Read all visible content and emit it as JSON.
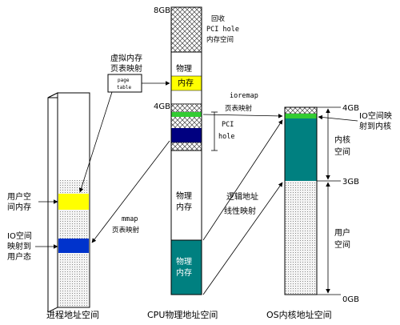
{
  "colors": {
    "yellow": "#ffff00",
    "navy": "#000080",
    "blue": "#0033cc",
    "teal": "#008080",
    "green": "#33cc33",
    "dotted": "#cccccc",
    "line": "#000000"
  },
  "process": {
    "caption": "进程地址空间",
    "user_mem_label": [
      "用户空",
      "间内存"
    ],
    "io_map_label": [
      "IO空间",
      "映射到",
      "用户态"
    ]
  },
  "cpu": {
    "caption": "CPU物理地址空间",
    "top_label": "8GB",
    "mid_label": "4GB",
    "pci_recycle_label": [
      "回收",
      "PCI hole",
      "内存空间"
    ],
    "upper_mem_label": "物理",
    "yellow_label": "内存",
    "pci_hole_label": [
      "PCI",
      "hole"
    ],
    "lower_mem_label": [
      "物理",
      "内存"
    ],
    "teal_mem_label": [
      "物理",
      "内存"
    ]
  },
  "kernel": {
    "caption": "OS内核地址空间",
    "label_4gb": "4GB",
    "label_3gb": "3GB",
    "label_0gb": "0GB",
    "kernel_space_label": [
      "内核",
      "空间"
    ],
    "user_space_label": [
      "用户",
      "空间"
    ],
    "io_kernel_label": [
      "IO空间映",
      "射到内核"
    ]
  },
  "annotations": {
    "virt_page_table": [
      "虚拟内存",
      "页表映射"
    ],
    "page_table_box": [
      "page",
      "table"
    ],
    "ioremap": [
      "ioremap",
      "页表映射"
    ],
    "mmap": [
      "mmap",
      "页表映射"
    ],
    "linear_map": [
      "逻辑地址",
      "线性映射"
    ]
  }
}
